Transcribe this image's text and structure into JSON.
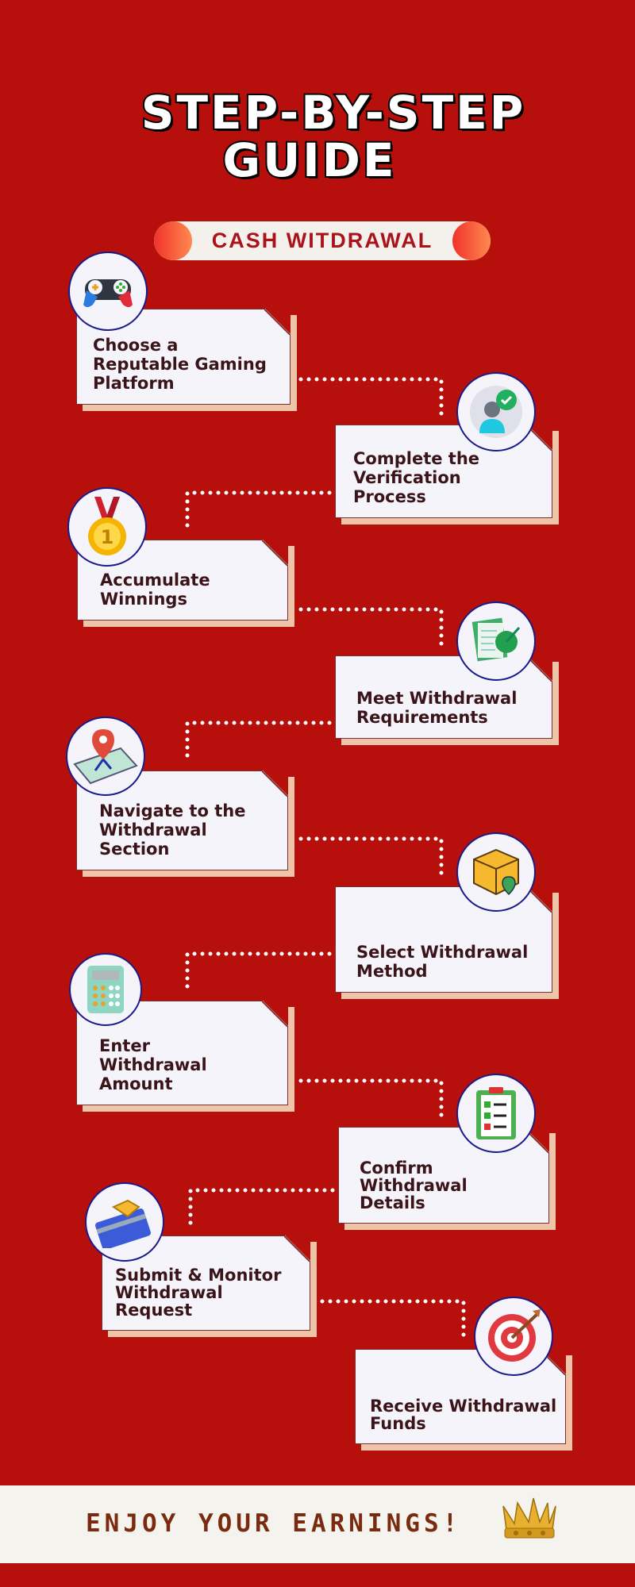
{
  "title": {
    "line1": "STEP-BY-STEP",
    "line2": "GUIDE"
  },
  "subtitle": "CASH WITDRAWAL",
  "steps": [
    {
      "label": "Choose a Reputable Gaming Platform",
      "icon": "gamepad-icon"
    },
    {
      "label": "Complete the Verification Process",
      "icon": "user-verified-icon"
    },
    {
      "label": "Accumulate Winnings",
      "icon": "medal-icon"
    },
    {
      "label": "Meet Withdrawal Requirements",
      "icon": "target-document-icon"
    },
    {
      "label": "Navigate to the Withdrawal Section",
      "icon": "location-pin-icon"
    },
    {
      "label": "Select Withdrawal Method",
      "icon": "package-icon"
    },
    {
      "label": "Enter Withdrawal Amount",
      "icon": "calculator-icon"
    },
    {
      "label": "Confirm Withdrawal Details",
      "icon": "checklist-icon"
    },
    {
      "label": "Submit & Monitor Withdrawal Request",
      "icon": "card-payment-icon"
    },
    {
      "label": "Receive Withdrawal Funds",
      "icon": "target-icon"
    }
  ],
  "footer": {
    "text": "ENJOY YOUR EARNINGS!",
    "icon": "crown-icon"
  },
  "colors": {
    "background": "#b70f0b",
    "card": "#f4f4fa",
    "text": "#3a1418",
    "footer_text": "#7a2a0e"
  }
}
